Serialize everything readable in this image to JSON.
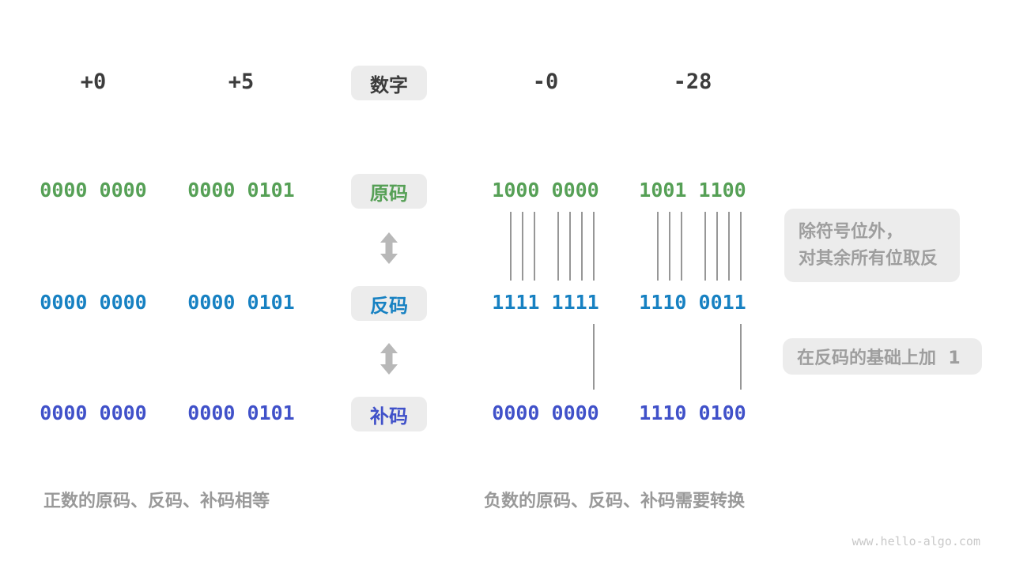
{
  "page": {
    "watermark": "www.hello-algo.com"
  },
  "colors": {
    "background": "#ffffff",
    "ink": "#3c3c3c",
    "sign_magnitude_green": "#56a056",
    "ones_complement_blue": "#1781c2",
    "twos_complement_indigo": "#4051c9",
    "label_box_bg": "#ececec",
    "annotation_gray": "#9e9e9e",
    "caption_gray": "#999999",
    "line_gray": "#979797",
    "arrow_gray": "#b8b8b8",
    "watermark_gray": "#c9c9c9"
  },
  "header": {
    "label": "数字",
    "values": [
      "+0",
      "+5",
      "-0",
      "-28"
    ]
  },
  "rows": [
    {
      "id": "sign-magnitude",
      "label": "原码",
      "values": [
        "0000 0000",
        "0000 0101",
        "1000 0000",
        "1001 1100"
      ]
    },
    {
      "id": "ones-complement",
      "label": "反码",
      "values": [
        "0000 0000",
        "0000 0101",
        "1111 1111",
        "1110 0011"
      ]
    },
    {
      "id": "twos-complement",
      "label": "补码",
      "values": [
        "0000 0000",
        "0000 0101",
        "0000 0000",
        "1110 0100"
      ]
    }
  ],
  "annotations": [
    {
      "lines": [
        "除符号位外，",
        "对其余所有位取反"
      ]
    },
    {
      "lines": [
        "在反码的基础上加  1"
      ]
    }
  ],
  "captions": {
    "positive": "正数的原码、反码、补码相等",
    "negative": "负数的原码、反码、补码需要转换"
  }
}
